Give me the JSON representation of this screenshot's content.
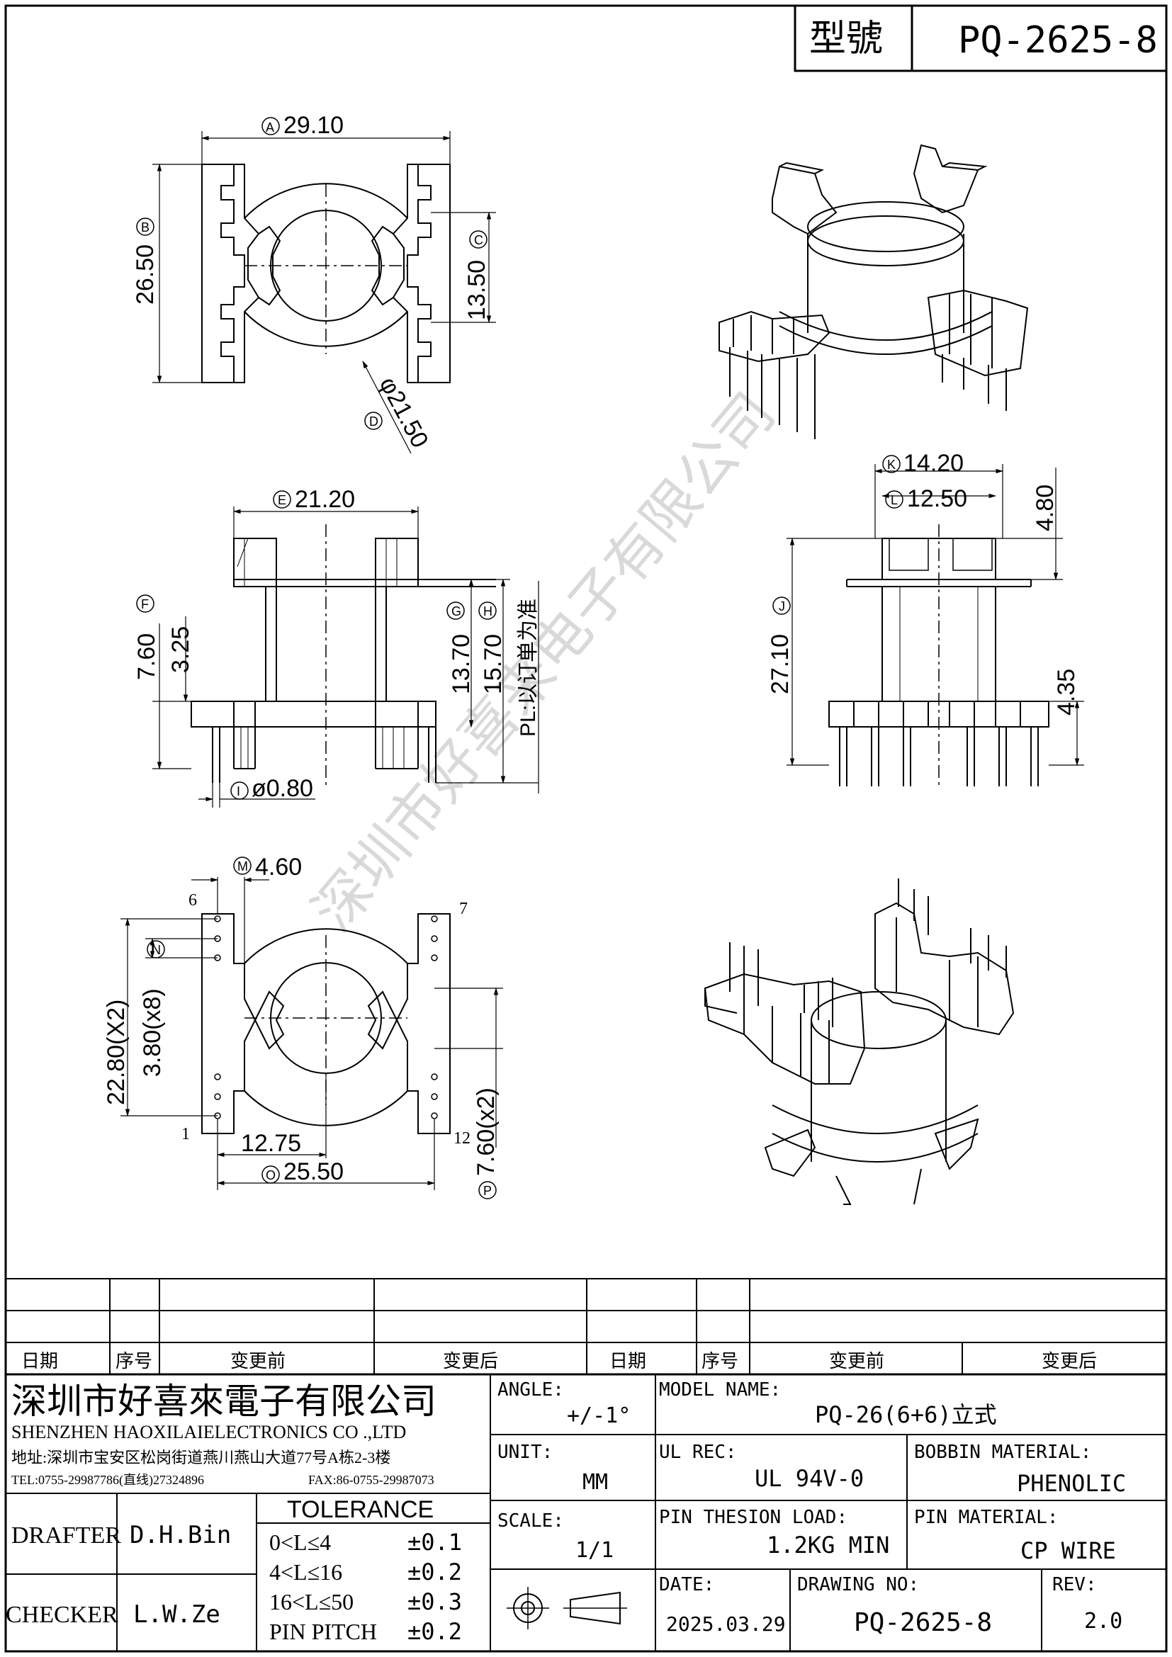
{
  "header": {
    "model_label": "型號",
    "model_value": "PQ-2625-8"
  },
  "watermark": "深圳市好喜来电子有限公司",
  "dimensions": {
    "A": {
      "letter": "A",
      "value": "29.10"
    },
    "B": {
      "letter": "B",
      "value": "26.50"
    },
    "C": {
      "letter": "C",
      "value": "13.50"
    },
    "D": {
      "letter": "D",
      "value": "φ21.50"
    },
    "E": {
      "letter": "E",
      "value": "21.20"
    },
    "F": {
      "letter": "F",
      "value": "7.60"
    },
    "F2": {
      "value": "3.25"
    },
    "G": {
      "letter": "G",
      "value": "13.70"
    },
    "H": {
      "letter": "H",
      "value": "15.70"
    },
    "I": {
      "letter": "I",
      "value": "ø0.80"
    },
    "J": {
      "letter": "J",
      "value": "27.10"
    },
    "K": {
      "letter": "K",
      "value": "14.20"
    },
    "L": {
      "letter": "L",
      "value": "12.50"
    },
    "top_right": {
      "value": "4.80"
    },
    "bottom_right": {
      "value": "4.35"
    },
    "M": {
      "letter": "M",
      "value": "4.60"
    },
    "N": {
      "letter": "N",
      "value": "3.80(x8)"
    },
    "N2": {
      "value": "22.80(X2)"
    },
    "O": {
      "letter": "O",
      "value": "25.50"
    },
    "O2": {
      "value": "12.75"
    },
    "P": {
      "letter": "P",
      "value": "7.60(x2)"
    }
  },
  "notes": {
    "pl_note": "PL:以订单为准"
  },
  "pins": {
    "p1": "1",
    "p6": "6",
    "p7": "7",
    "p12": "12"
  },
  "revision_table": {
    "headers": [
      "日期",
      "序号",
      "变更前",
      "变更后",
      "日期",
      "序号",
      "变更前",
      "变更后"
    ]
  },
  "company": {
    "name_cn": "深圳市好喜來電子有限公司",
    "name_en": "SHENZHEN HAOXILAIELECTRONICS CO .,LTD",
    "address": "地址:深圳市宝安区松岗街道燕川燕山大道77号A栋2-3楼",
    "tel": "TEL:0755-29987786(直线)27324896",
    "fax": "FAX:86-0755-29987073"
  },
  "title_block": {
    "angle_label": "ANGLE:",
    "angle_value": "+/-1°",
    "unit_label": "UNIT:",
    "unit_value": "MM",
    "scale_label": "SCALE:",
    "scale_value": "1/1",
    "model_name_label": "MODEL NAME:",
    "model_name_value": "PQ-26(6+6)立式",
    "ul_label": "UL REC:",
    "ul_value": "UL 94V-0",
    "bobbin_label": "BOBBIN MATERIAL:",
    "bobbin_value": "PHENOLIC",
    "pin_tension_label": "PIN THESION LOAD:",
    "pin_tension_value": "1.2KG MIN",
    "pin_material_label": "PIN MATERIAL:",
    "pin_material_value": "CP  WIRE",
    "date_label": "DATE:",
    "date_value": "2025.03.29",
    "drawing_no_label": "DRAWING NO:",
    "drawing_no_value": "PQ-2625-8",
    "rev_label": "REV:",
    "rev_value": "2.0",
    "drafter_label": "DRAFTER",
    "drafter_value": "D.H.Bin",
    "checker_label": "CHECKER",
    "checker_value": "L.W.Ze",
    "tolerance_title": "TOLERANCE",
    "tolerance_rows": [
      {
        "range": "0<L≤4",
        "tol": "±0.1"
      },
      {
        "range": "4<L≤16",
        "tol": "±0.2"
      },
      {
        "range": "16<L≤50",
        "tol": "±0.3"
      },
      {
        "range": "PIN PITCH",
        "tol": "±0.2"
      }
    ]
  }
}
